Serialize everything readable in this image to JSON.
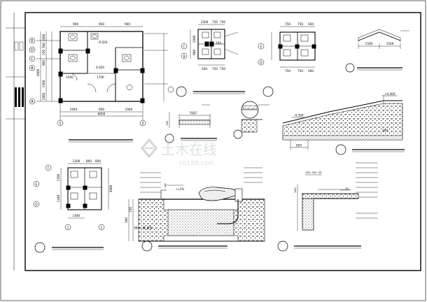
{
  "sheet": {
    "watermark": {
      "brand": "土木在线",
      "url": "co188.com"
    }
  },
  "plan_top_left": {
    "axes_left": [
      "E",
      "D",
      "C",
      "B",
      "A"
    ],
    "axes_bottom": [
      "1",
      "2"
    ],
    "dims_top": [
      "900",
      "900",
      "900"
    ],
    "dims_bottom": [
      "1940",
      "900",
      "1940"
    ],
    "dim_total": "8000",
    "dims_left": [
      "1000",
      "500",
      "250",
      "900",
      "2000",
      "1500",
      "1000"
    ],
    "labels": [
      "0.020",
      "1700",
      "1500",
      "-0.020"
    ]
  },
  "plan_top_mid": {
    "axes_left": [
      "C",
      "B"
    ],
    "dims_top": [
      "1500",
      "750",
      "750"
    ],
    "dims_bottom": [
      "500",
      "750",
      "750"
    ],
    "labels": [
      "1000",
      "900",
      "100"
    ]
  },
  "plan_top_right": {
    "axes_left": [
      "E",
      "D"
    ],
    "dims_top": [
      "750",
      "750",
      "500"
    ],
    "dims_bottom": [
      "750",
      "750",
      "500"
    ]
  },
  "roof_detail": {
    "dims": [
      "1500",
      "1500"
    ]
  },
  "plan_bottom_left": {
    "axes_top": [
      "F"
    ],
    "axes_left": [
      "E",
      "D"
    ],
    "axes_bottom": [
      "1",
      "2"
    ],
    "dims_top": [
      "1200",
      "800",
      "800"
    ],
    "dims_left": [
      "1560",
      "1440"
    ],
    "dims_right": [
      "3000"
    ],
    "dim_bottom": "1440"
  },
  "section_center": {
    "level": "H=-0.25",
    "slope": "i=1%",
    "dims": [
      "500",
      "150"
    ]
  },
  "ramp_detail": {
    "level_left": "-0.300",
    "level_right": "+0.000",
    "dims": [
      "850",
      "300"
    ]
  },
  "small_detail": {
    "dims": [
      "5000",
      "150"
    ]
  },
  "wall_detail": {
    "dims": [
      "250",
      "300",
      "50",
      "500",
      "12"
    ]
  }
}
